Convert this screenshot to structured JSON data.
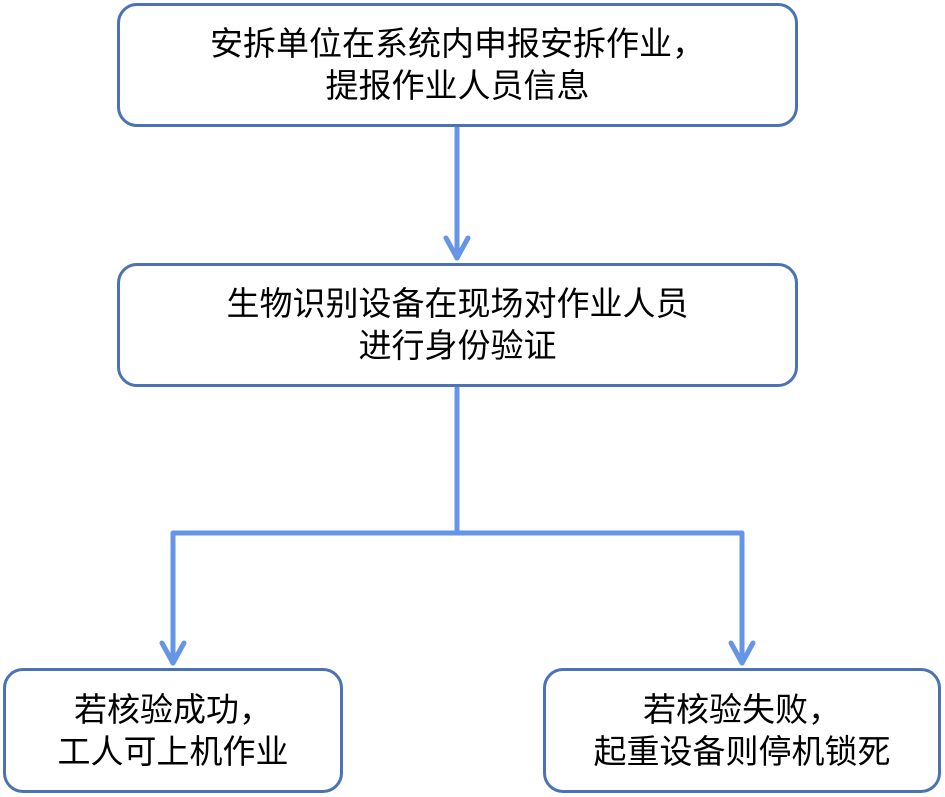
{
  "nodes": {
    "submit": {
      "line1": "安拆单位在系统内申报安拆作业，",
      "line2": "提报作业人员信息"
    },
    "verify": {
      "line1": "生物识别设备在现场对作业人员",
      "line2": "进行身份验证"
    },
    "success": {
      "line1": "若核验成功，",
      "line2": "工人可上机作业"
    },
    "fail": {
      "line1": "若核验失败，",
      "line2": "起重设备则停机锁死"
    }
  },
  "colors": {
    "box_border": "#4a72b5",
    "connector": "#6495e6",
    "text": "#000000"
  }
}
